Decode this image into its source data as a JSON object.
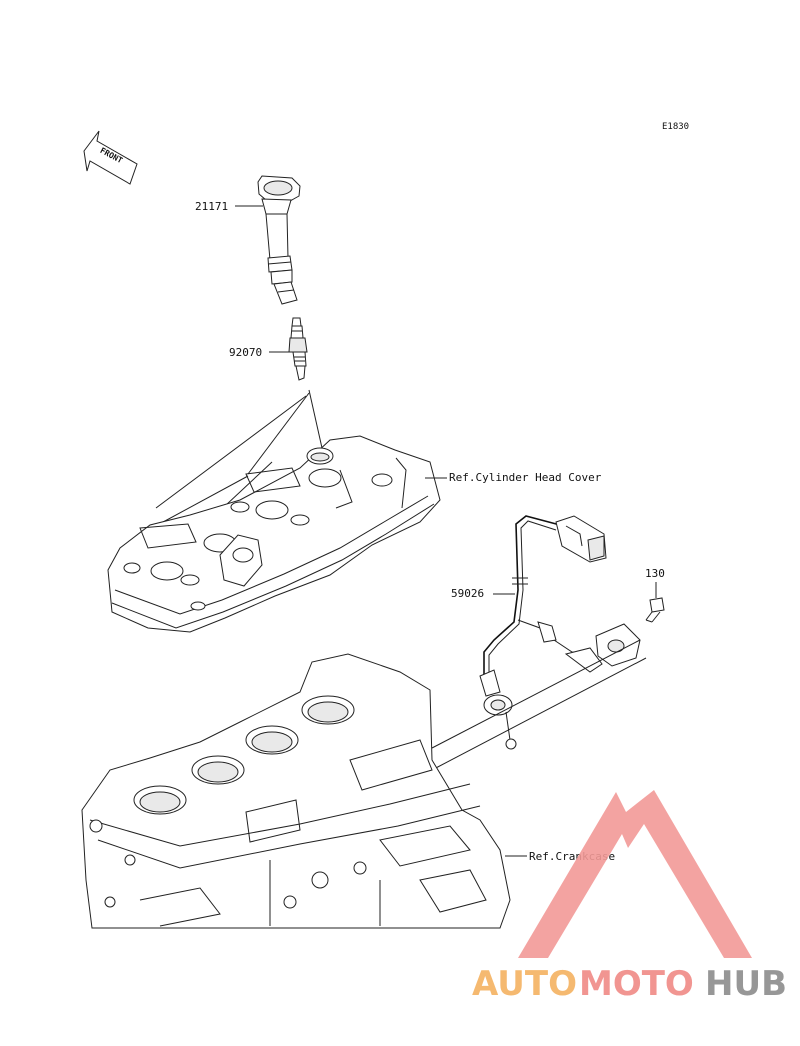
{
  "diagram": {
    "code": "E1830",
    "front_label": "FRONT",
    "parts": [
      {
        "number": "21171"
      },
      {
        "number": "92070"
      },
      {
        "number": "59026"
      },
      {
        "number": "130"
      }
    ],
    "refs": [
      {
        "text": "Ref.Cylinder Head Cover"
      },
      {
        "text": "Ref.Crankcase"
      }
    ]
  },
  "watermark": {
    "text": "AUTOMOTOHUB",
    "segments": [
      "AUTO",
      "MOTO",
      "HUB"
    ],
    "colors": {
      "auto": "#f4b261",
      "moto": "#f08a86",
      "hub": "#8c8c8c",
      "triangle": "#f29a97"
    }
  }
}
